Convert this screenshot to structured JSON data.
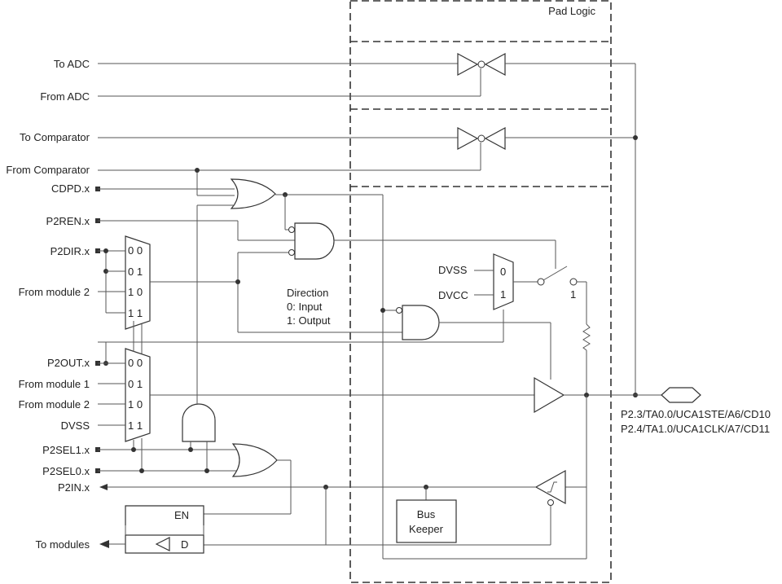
{
  "pad_logic_title": "Pad Logic",
  "signals": {
    "to_adc": "To ADC",
    "from_adc": "From ADC",
    "to_comparator": "To Comparator",
    "from_comparator": "From Comparator",
    "cdpd": "CDPD.x",
    "p2ren": "P2REN.x",
    "p2dir": "P2DIR.x",
    "from_module2_dir": "From module 2",
    "p2out": "P2OUT.x",
    "from_module1": "From module 1",
    "from_module2_out": "From module 2",
    "dvss_mux": "DVSS",
    "p2sel1": "P2SEL1.x",
    "p2sel0": "P2SEL0.x",
    "p2in": "P2IN.x",
    "to_modules": "To modules"
  },
  "mux_inputs": {
    "in00": "0 0",
    "in01": "0 1",
    "in10": "1 0",
    "in11": "1 1"
  },
  "direction": {
    "title": "Direction",
    "input": "0: Input",
    "output": "1: Output"
  },
  "pull_mux": {
    "dvss": "DVSS",
    "dvcc": "DVCC",
    "sel0": "0",
    "sel1": "1"
  },
  "switch_label": "1",
  "bus_keeper": {
    "line1": "Bus",
    "line2": "Keeper"
  },
  "latch": {
    "en": "EN",
    "d": "D"
  },
  "pins": [
    "P2.3/TA0.0/UCA1STE/A6/CD10",
    "P2.4/TA1.0/UCA1CLK/A7/CD11"
  ],
  "colors": {
    "line": "#555555",
    "text": "#222222"
  }
}
